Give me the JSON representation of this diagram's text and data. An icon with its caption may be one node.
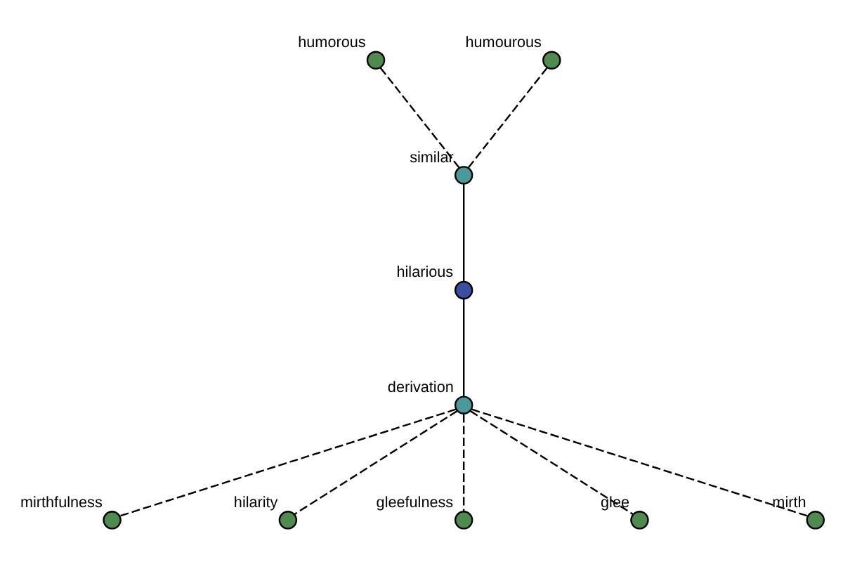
{
  "diagram": {
    "nodes": [
      {
        "text": [
          "humorous"
        ]
      },
      {
        "text": [
          "humourous"
        ]
      },
      {
        "text": [
          "similar"
        ]
      },
      {
        "text": [
          "hilarious"
        ]
      },
      {
        "text": [
          "mirthfulness"
        ]
      },
      {
        "text": [
          "derivation"
        ]
      },
      {
        "text": [
          "hilarity"
        ]
      },
      {
        "text": [
          "gleefulness"
        ]
      },
      {
        "text": [
          "glee"
        ]
      },
      {
        "text": [
          "mirth"
        ]
      }
    ],
    "edges": [
      {
        "from": 0,
        "to": 2,
        "arrow": "none",
        "style": "dashed"
      },
      {
        "from": 1,
        "to": 2,
        "arrow": "none",
        "style": "dashed"
      },
      {
        "from": 2,
        "to": 3,
        "arrow": "none"
      },
      {
        "from": 3,
        "to": 5,
        "arrow": "none"
      },
      {
        "from": 5,
        "to": 4,
        "arrow": "none",
        "style": "dashed"
      },
      {
        "from": 5,
        "to": 6,
        "arrow": "none",
        "style": "dashed"
      },
      {
        "from": 5,
        "to": 7,
        "arrow": "none",
        "style": "dashed"
      },
      {
        "from": 5,
        "to": 8,
        "arrow": "none",
        "style": "dashed"
      },
      {
        "from": 5,
        "to": 9,
        "arrow": "none",
        "style": "dashed"
      }
    ]
  }
}
